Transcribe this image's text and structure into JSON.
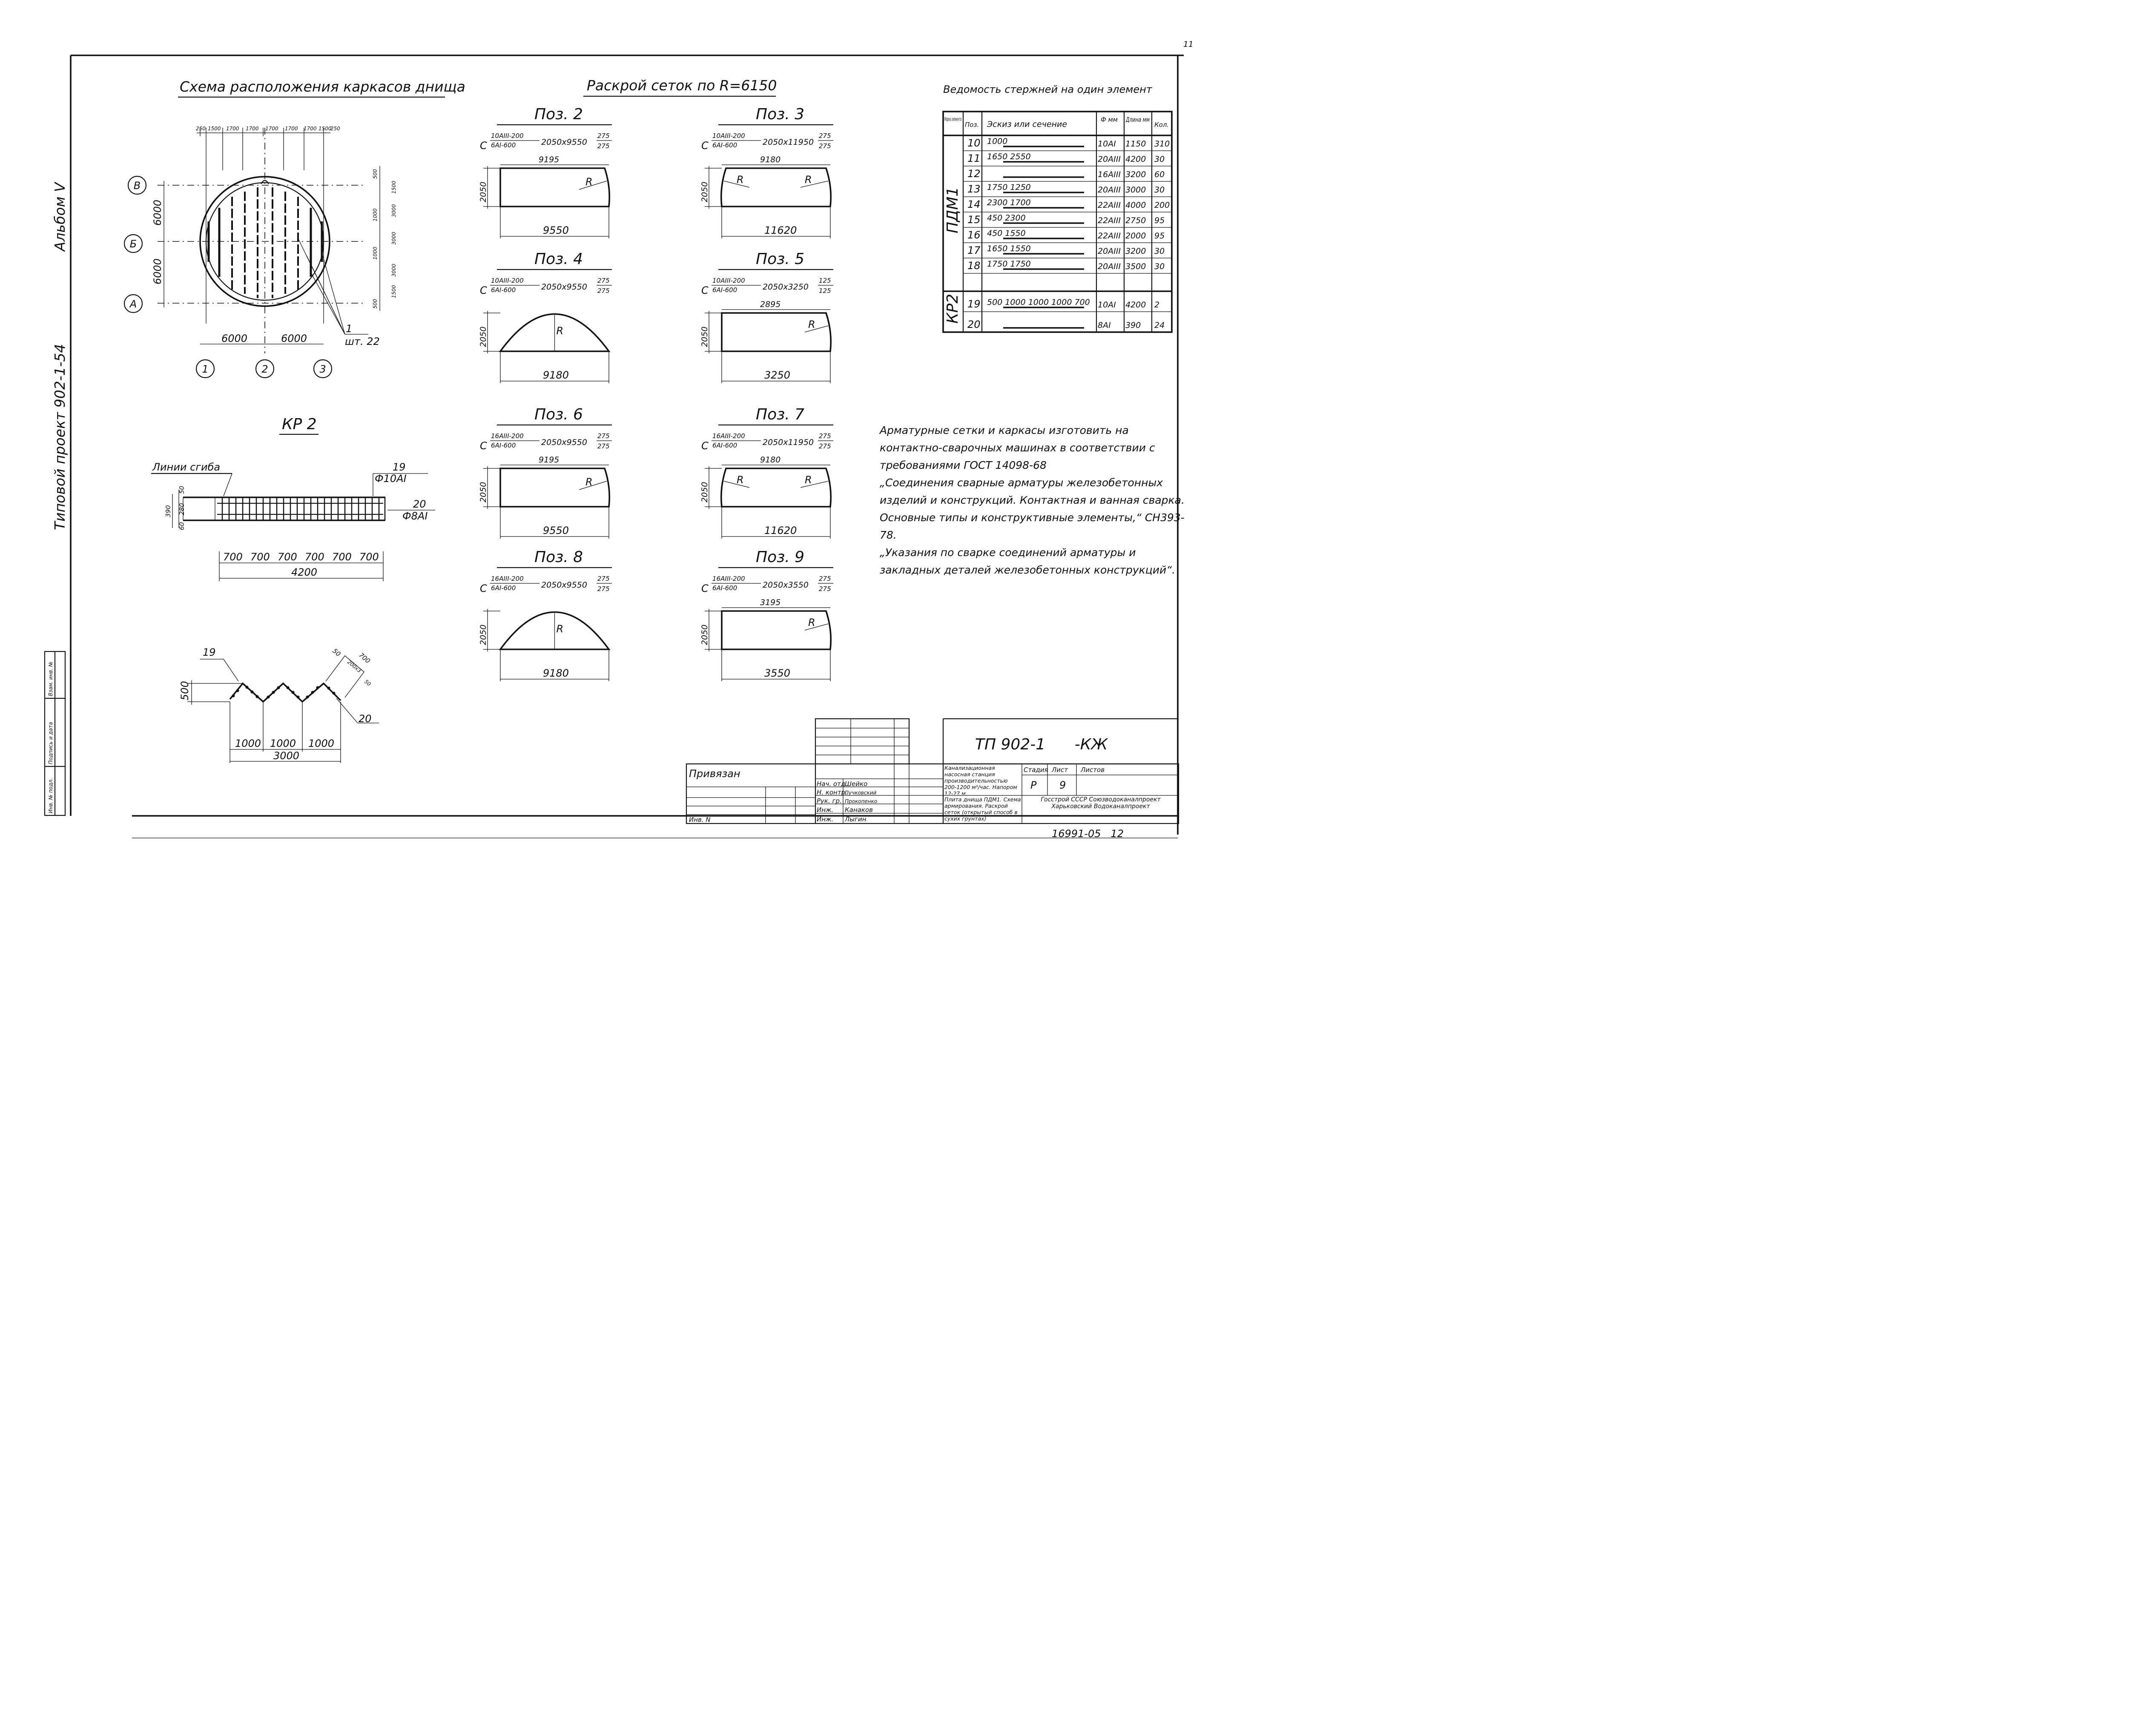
{
  "page_number": "11",
  "album_label": "Альбом V",
  "project_label": "Типовой проект 902-1-54",
  "stamp_side_labels": [
    "Инв. № подл.",
    "Подпись и дата",
    "Взам. инв. №"
  ],
  "scheme": {
    "title": "Схема расположения каркасов днища",
    "top_dims": [
      "250",
      "1500",
      "1700",
      "1700",
      "1700",
      "1700",
      "1700",
      "1500",
      "250"
    ],
    "right_dims": [
      "500",
      "1500",
      "3000",
      "1000",
      "3000",
      "1000",
      "3000",
      "1500",
      "500"
    ],
    "left_dims": [
      "6000",
      "6000"
    ],
    "bottom_dims": [
      "6000",
      "6000"
    ],
    "axes_letters": [
      "В",
      "Б",
      "А"
    ],
    "axes_numbers": [
      "1",
      "2",
      "3"
    ],
    "callout_num": "1",
    "callout_qty": "шт. 22"
  },
  "kp2": {
    "title": "КР 2",
    "bend_label": "Линии сгиба",
    "pos19": "19",
    "pos19_dia": "Ф10АI",
    "pos20": "20",
    "pos20_dia": "Ф8АI",
    "left_dims": [
      "390",
      "50",
      "280",
      "60"
    ],
    "span_dims": [
      "700",
      "700",
      "700",
      "700",
      "700",
      "700"
    ],
    "total": "4200"
  },
  "zigzag": {
    "pos19": "19",
    "pos20": "20",
    "height": "500",
    "diag_dims": [
      "50",
      "700",
      "200х3",
      "50"
    ],
    "span_dims": [
      "1000",
      "1000",
      "1000"
    ],
    "total": "3000"
  },
  "cutting": {
    "title": "Раскрой сеток по R=6150",
    "panels": [
      {
        "pos": "Поз. 2",
        "num": "10АIII-200",
        "den": "6АI-600",
        "size": "2050х9550",
        "fr_num": "275",
        "fr_den": "275",
        "top": "9195",
        "height": "2050",
        "bottom": "9550",
        "r": "R"
      },
      {
        "pos": "Поз. 3",
        "num": "10АIII-200",
        "den": "6АI-600",
        "size": "2050х11950",
        "fr_num": "275",
        "fr_den": "275",
        "top": "9180",
        "height": "2050",
        "bottom": "11620",
        "r": "R"
      },
      {
        "pos": "Поз. 4",
        "num": "10АIII-200",
        "den": "6АI-600",
        "size": "2050х9550",
        "fr_num": "275",
        "fr_den": "275",
        "top": "",
        "height": "2050",
        "bottom": "9180",
        "r": "R"
      },
      {
        "pos": "Поз. 5",
        "num": "10АIII-200",
        "den": "6АI-600",
        "size": "2050х3250",
        "fr_num": "125",
        "fr_den": "125",
        "top": "2895",
        "height": "2050",
        "bottom": "3250",
        "r": "R"
      },
      {
        "pos": "Поз. 6",
        "num": "16АIII-200",
        "den": "6АI-600",
        "size": "2050х9550",
        "fr_num": "275",
        "fr_den": "275",
        "top": "9195",
        "height": "2050",
        "bottom": "9550",
        "r": "R"
      },
      {
        "pos": "Поз. 7",
        "num": "16АIII-200",
        "den": "6АI-600",
        "size": "2050х11950",
        "fr_num": "275",
        "fr_den": "275",
        "top": "9180",
        "height": "2050",
        "bottom": "11620",
        "r": "R"
      },
      {
        "pos": "Поз. 8",
        "num": "16АIII-200",
        "den": "6АI-600",
        "size": "2050х9550",
        "fr_num": "275",
        "fr_den": "275",
        "top": "",
        "height": "2050",
        "bottom": "9180",
        "r": "R"
      },
      {
        "pos": "Поз. 9",
        "num": "16АIII-200",
        "den": "6АI-600",
        "size": "2050х3550",
        "fr_num": "275",
        "fr_den": "275",
        "top": "3195",
        "height": "2050",
        "bottom": "3550",
        "r": "R"
      }
    ]
  },
  "rebar": {
    "title": "Ведомость стержней на один элемент",
    "headers": [
      "Марка элемента",
      "Поз.",
      "Эскиз или сечение",
      "Ф мм",
      "Длина мм",
      "Кол."
    ],
    "groups": [
      "ПДМ1",
      "КР2"
    ],
    "rows": [
      {
        "pos": "10",
        "sketch": "1000",
        "d": "10АI",
        "len": "1150",
        "qty": "310"
      },
      {
        "pos": "11",
        "sketch": "1650  2550",
        "d": "20АIII",
        "len": "4200",
        "qty": "30"
      },
      {
        "pos": "12",
        "sketch": "",
        "d": "16АIII",
        "len": "3200",
        "qty": "60"
      },
      {
        "pos": "13",
        "sketch": "1750  1250",
        "d": "20АIII",
        "len": "3000",
        "qty": "30"
      },
      {
        "pos": "14",
        "sketch": "2300  1700",
        "d": "22АIII",
        "len": "4000",
        "qty": "200"
      },
      {
        "pos": "15",
        "sketch": "450  2300",
        "d": "22АIII",
        "len": "2750",
        "qty": "95"
      },
      {
        "pos": "16",
        "sketch": "450  1550",
        "d": "22АIII",
        "len": "2000",
        "qty": "95"
      },
      {
        "pos": "17",
        "sketch": "1650  1550",
        "d": "20АIII",
        "len": "3200",
        "qty": "30"
      },
      {
        "pos": "18",
        "sketch": "1750  1750",
        "d": "20АIII",
        "len": "3500",
        "qty": "30"
      },
      {
        "pos": "19",
        "sketch": "500 1000 1000 1000 700",
        "d": "10АI",
        "len": "4200",
        "qty": "2"
      },
      {
        "pos": "20",
        "sketch": "",
        "d": "8АI",
        "len": "390",
        "qty": "24"
      }
    ]
  },
  "notes": [
    "Арматурные сетки и каркасы изготовить на контактно-сварочных машинах в соответствии с требованиями ГОСТ 14098-68",
    "„Соединения сварные арматуры железобетонных изделий и конструкций. Контактная и ванная сварка. Основные типы и конструктивные элементы,“ СН393-78.",
    "„Указания по сварке соединений арматуры и закладных деталей железобетонных конструкций“."
  ],
  "title_block": {
    "code": "ТП 902-1      -КЖ",
    "privyazan": "Привязан",
    "inv": "Инв. N",
    "roles": [
      "Нач. отд.",
      "Н. контр.",
      "Рук. гр.",
      "Инж.",
      "Инж."
    ],
    "names": [
      "Шейко",
      "Пучковский",
      "Прокопенко",
      "Канаков",
      "Лыгин"
    ],
    "station": "Канализационная насосная станция производительностью 200-1200 м³/час. Напором 12-27 м.",
    "sheet_desc": "Плита днища ПДМ1. Схема армирования. Раскрой сеток (открытый способ в сухих грунтах)",
    "stage_label": "Стадия",
    "sheet_label": "Лист",
    "sheets_label": "Листов",
    "stage": "Р",
    "sheet": "9",
    "org": "Госстрой СССР Союзводоканалпроект Харьковский Водоканалпроект",
    "archive": "16991-05   12"
  }
}
